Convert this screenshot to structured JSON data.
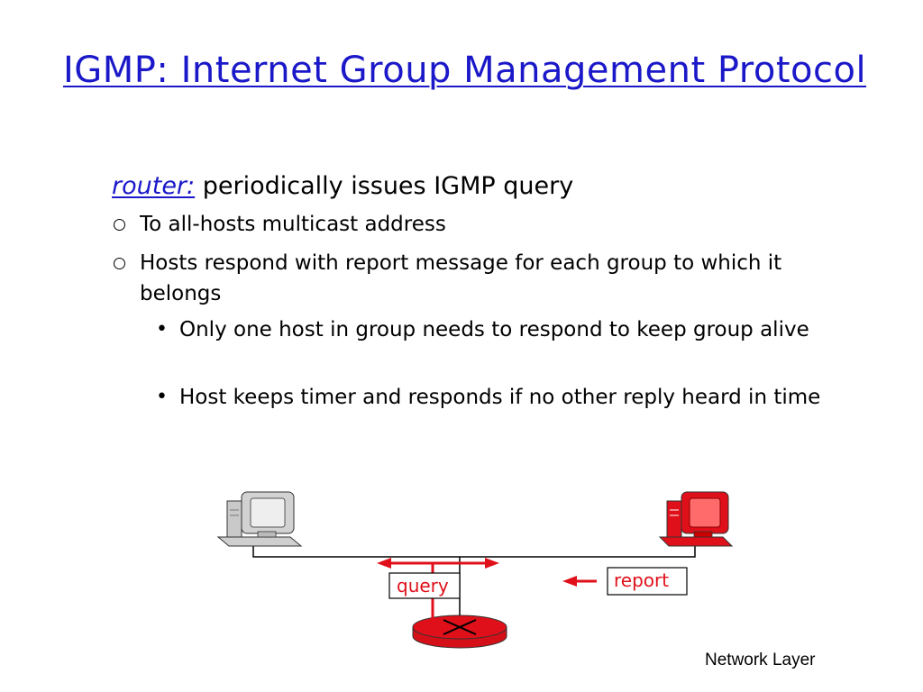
{
  "slide": {
    "title": "IGMP: Internet Group Management Protocol",
    "lead_keyword": "router:",
    "lead_text": " periodically issues IGMP query",
    "bullets": [
      "To all-hosts multicast address",
      "Hosts respond with report message for each group to which it belongs"
    ],
    "subbullets": [
      "Only one host in group needs to respond to keep group alive",
      "Host keeps timer and responds if no other reply heard in time"
    ],
    "footer": "Network Layer"
  },
  "diagram": {
    "query_label": "query",
    "report_label": "report",
    "nodes": [
      "host-grey-computer",
      "host-red-computer",
      "router"
    ],
    "colors": {
      "accent": "#e0101a",
      "title": "#1a18c8",
      "host_grey": "#c9c9c9"
    }
  }
}
